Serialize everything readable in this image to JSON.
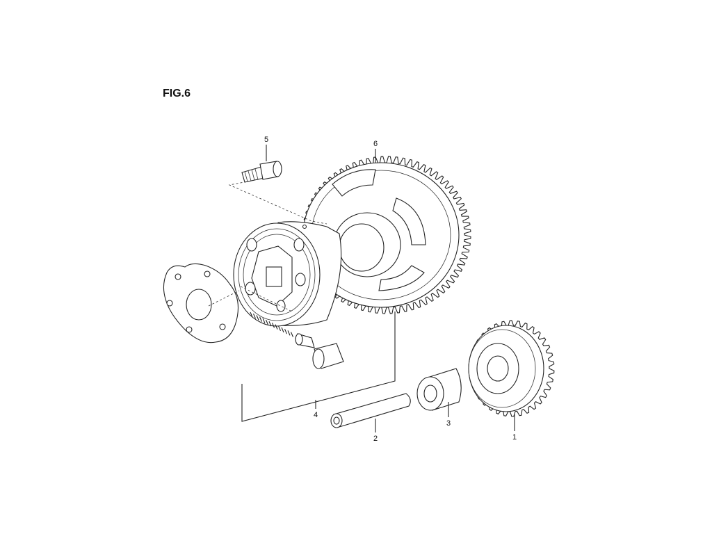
{
  "figure": {
    "title": "FIG.6"
  },
  "parts": [
    {
      "id": "1",
      "label": "1"
    },
    {
      "id": "2",
      "label": "2"
    },
    {
      "id": "3",
      "label": "3"
    },
    {
      "id": "4",
      "label": "4"
    },
    {
      "id": "5",
      "label": "5"
    },
    {
      "id": "6",
      "label": "6"
    }
  ]
}
